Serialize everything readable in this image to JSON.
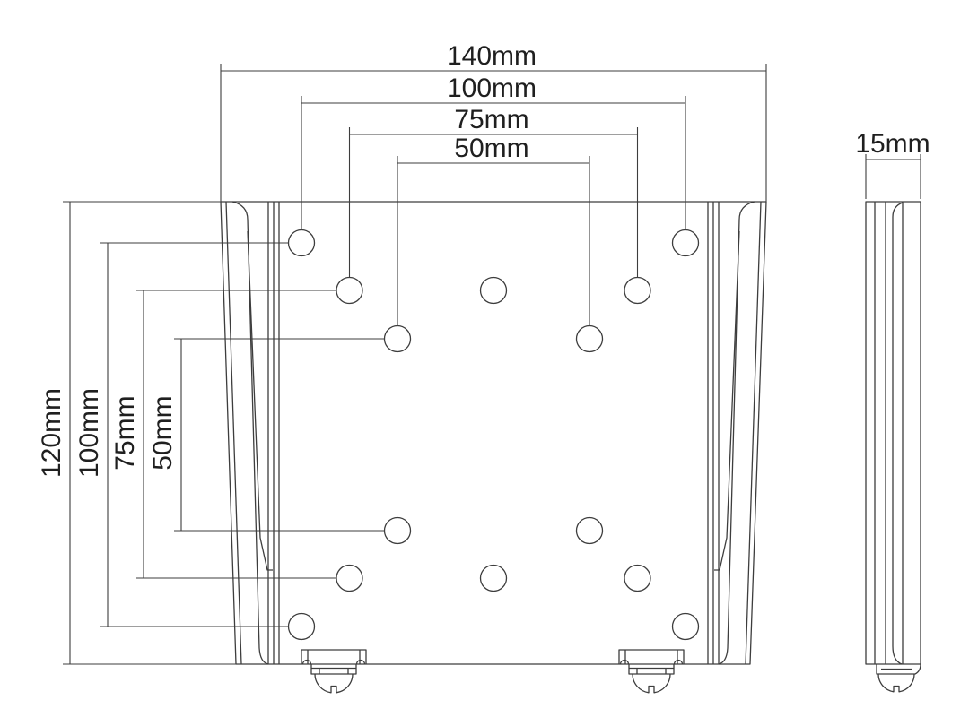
{
  "drawing": {
    "background_color": "#ffffff",
    "line_color": "#3d3d3d",
    "text_color": "#1f1f1f",
    "front_view": {
      "hole_count": 14,
      "top_dimensions": [
        {
          "label": "140mm"
        },
        {
          "label": "100mm"
        },
        {
          "label": "75mm"
        },
        {
          "label": "50mm"
        }
      ],
      "left_dimensions": [
        {
          "label": "120mm"
        },
        {
          "label": "100mm"
        },
        {
          "label": "75mm"
        },
        {
          "label": "50mm"
        }
      ]
    },
    "side_view": {
      "top_dimension": {
        "label": "15mm"
      }
    }
  }
}
